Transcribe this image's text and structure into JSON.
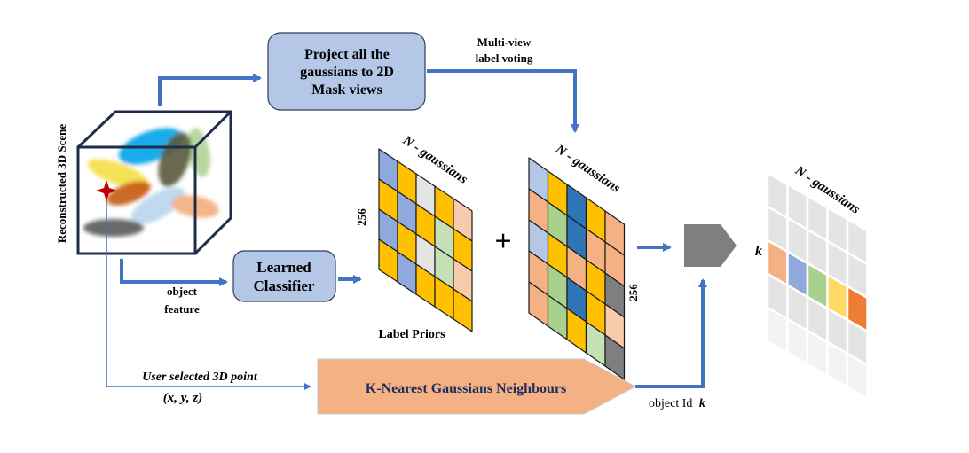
{
  "scene": {
    "title": "Reconstructed 3D Scene"
  },
  "boxes": {
    "project": [
      "Project all the",
      "gaussians to 2D",
      "Mask views"
    ],
    "classifier": [
      "Learned",
      "Classifier"
    ],
    "knn": "K-Nearest Gaussians Neighbours"
  },
  "labels": {
    "multiview": [
      "Multi-view",
      "label voting"
    ],
    "object_feature": [
      "object",
      "feature"
    ],
    "user_point": "User selected 3D point",
    "user_coords": "(x, y, z)",
    "object_id": "object Id",
    "object_id_k": "k",
    "label_priors": "Label Priors",
    "plus": "+",
    "k": "k"
  },
  "matrices": {
    "priors": {
      "top_label": "N - gaussians",
      "side_label": "256",
      "cells": [
        [
          "#8fa9dc",
          "#ffc000",
          "#e4e4e4",
          "#ffc000",
          "#f8cbad"
        ],
        [
          "#ffc000",
          "#8fa9dc",
          "#ffc000",
          "#c5e0b4",
          "#ffc000"
        ],
        [
          "#8fa9dc",
          "#ffc000",
          "#e4e4e4",
          "#c5e0b4",
          "#f8cbad"
        ],
        [
          "#ffc000",
          "#8fa9dc",
          "#ffc000",
          "#ffc000",
          "#ffc000"
        ]
      ]
    },
    "votes": {
      "top_label": "N - gaussians",
      "side_label": "256",
      "cells": [
        [
          "#b4c7e7",
          "#ffc000",
          "#2e75b6",
          "#ffc000",
          "#f4b183"
        ],
        [
          "#f4b183",
          "#a9d18e",
          "#2e75b6",
          "#f4b183",
          "#f4b183"
        ],
        [
          "#b4c7e7",
          "#ffc000",
          "#f4b183",
          "#ffc000",
          "#7f7f7f"
        ],
        [
          "#f4b183",
          "#a9d18e",
          "#2e75b6",
          "#ffc000",
          "#f8cbad"
        ],
        [
          "#f4b183",
          "#a9d18e",
          "#ffc000",
          "#c5e0b4",
          "#7f7f7f"
        ]
      ]
    },
    "output": {
      "top_label": "N - gaussians",
      "highlight_row": 2,
      "highlight_colors": [
        "#f4b183",
        "#8fa9dc",
        "#a9d18e",
        "#ffd966",
        "#ed7d31"
      ],
      "rows": 5,
      "cols": 5
    }
  },
  "colors": {
    "box_fill": "#b4c7e7",
    "box_stroke": "#2f3e5c",
    "arrow": "#4472c4",
    "knn_fill": "#f4b183",
    "knn_text": "#1f2d5c",
    "cube_stroke": "#1f2d4a",
    "selector": "#7f7f7f",
    "user_line": "#4472c4",
    "star": "#c00000"
  },
  "icons": {
    "plus": "plus-icon",
    "star": "selected-point-star-icon",
    "selector": "selector-pentagon-icon"
  }
}
